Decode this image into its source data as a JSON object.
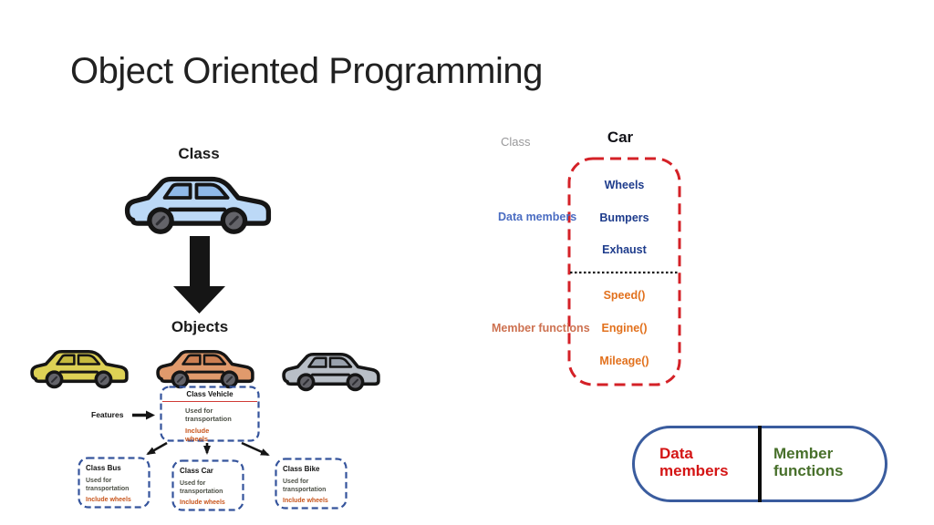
{
  "slide": {
    "title": "Object Oriented Programming"
  },
  "class_object_diagram": {
    "class_label": "Class",
    "objects_label": "Objects",
    "car_colors": {
      "class_car": {
        "name": "blue-car",
        "body": "#bcd9f7",
        "window": "#8fb9e8"
      },
      "object_cars": [
        {
          "name": "yellow-car",
          "body": "#ddd155",
          "window": "#c6ba3e"
        },
        {
          "name": "orange-car",
          "body": "#e09a6c",
          "window": "#cc7f52"
        },
        {
          "name": "gray-car",
          "body": "#b9bfc7",
          "window": "#9aa2ad"
        }
      ]
    }
  },
  "vehicle_tree": {
    "features_label": "Features",
    "parent": {
      "title": "Class Vehicle",
      "line1": "Used for transportation",
      "line2": "Include wheels"
    },
    "children": [
      {
        "title": "Class Bus",
        "line1": "Used for transportation",
        "line2": "Include wheels"
      },
      {
        "title": "Class Car",
        "line1": "Used for transportation",
        "line2": "Include wheels"
      },
      {
        "title": "Class Bike",
        "line1": "Used for transportation",
        "line2": "Include wheels"
      }
    ]
  },
  "car_class_diagram": {
    "class_label": "Class",
    "title": "Car",
    "data_members_label": "Data members",
    "member_functions_label": "Member functions",
    "data_members": [
      "Wheels",
      "Bumpers",
      "Exhaust"
    ],
    "member_functions": [
      "Speed()",
      "Engine()",
      "Mileage()"
    ]
  },
  "legend_pill": {
    "left_line1": "Data",
    "left_line2": "members",
    "right_line1": "Member",
    "right_line2": "functions"
  },
  "colors": {
    "dash-blue": "#35549c",
    "red-box": "#d42127",
    "red-line": "#d03a35",
    "navy-text": "#1e3c8c",
    "orange-text": "#e2711d",
    "label-blue": "#4a6cc2",
    "label-orange": "#cd7150",
    "olive-text": "#4d5147",
    "wheels-orange": "#c8551c",
    "pill-border": "#3a5c9e",
    "pill-red": "#d41515",
    "pill-green": "#48702b"
  }
}
